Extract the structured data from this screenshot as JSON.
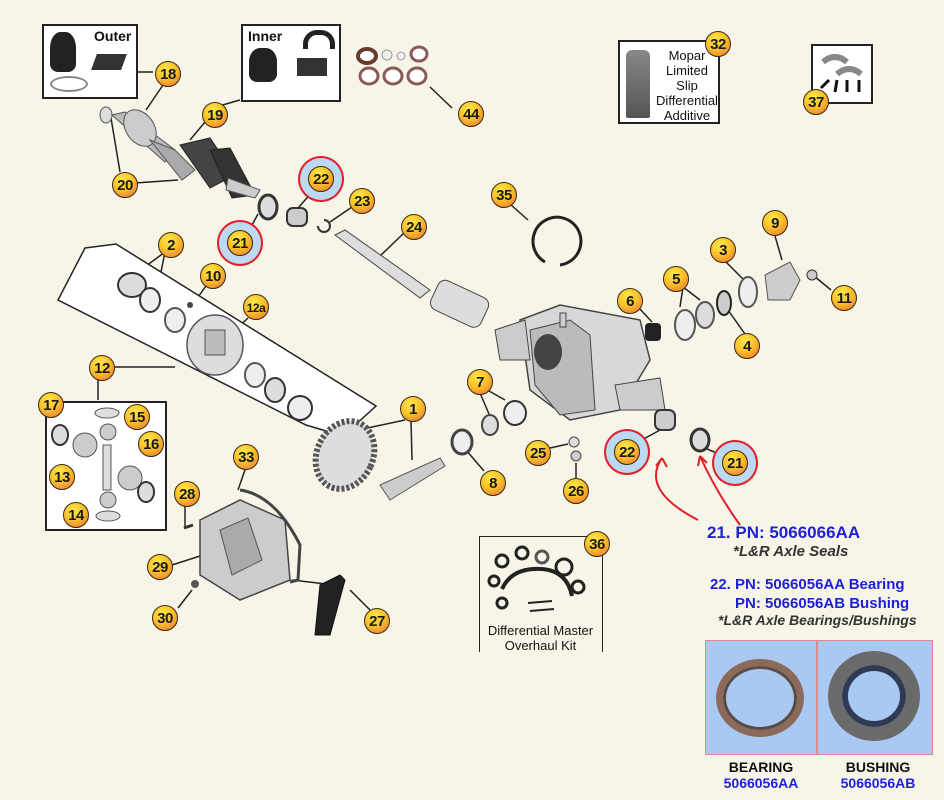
{
  "diagram": {
    "title": "Front Axle Differential Exploded View",
    "boxes": {
      "outer_boot_kit": {
        "label": "Outer"
      },
      "inner_boot_kit": {
        "label": "Inner"
      },
      "additive": {
        "lines": [
          "Mopar",
          "Limited",
          "Slip",
          "Differential",
          "Additive"
        ]
      },
      "overhaul_kit": {
        "lines": [
          "Differential Master",
          "Overhaul Kit"
        ]
      }
    },
    "callouts": [
      {
        "id": "18",
        "label": "18"
      },
      {
        "id": "19",
        "label": "19"
      },
      {
        "id": "20",
        "label": "20"
      },
      {
        "id": "21a",
        "label": "21",
        "highlighted": true
      },
      {
        "id": "22a",
        "label": "22",
        "highlighted": true
      },
      {
        "id": "23",
        "label": "23"
      },
      {
        "id": "24",
        "label": "24"
      },
      {
        "id": "35",
        "label": "35"
      },
      {
        "id": "44",
        "label": "44"
      },
      {
        "id": "32",
        "label": "32"
      },
      {
        "id": "37",
        "label": "37"
      },
      {
        "id": "2",
        "label": "2"
      },
      {
        "id": "10",
        "label": "10"
      },
      {
        "id": "12a",
        "label": "12a"
      },
      {
        "id": "12",
        "label": "12"
      },
      {
        "id": "17",
        "label": "17"
      },
      {
        "id": "15",
        "label": "15"
      },
      {
        "id": "16",
        "label": "16"
      },
      {
        "id": "13",
        "label": "13"
      },
      {
        "id": "14",
        "label": "14"
      },
      {
        "id": "9",
        "label": "9"
      },
      {
        "id": "3",
        "label": "3"
      },
      {
        "id": "5",
        "label": "5"
      },
      {
        "id": "6",
        "label": "6"
      },
      {
        "id": "4",
        "label": "4"
      },
      {
        "id": "11",
        "label": "11"
      },
      {
        "id": "7",
        "label": "7"
      },
      {
        "id": "1",
        "label": "1"
      },
      {
        "id": "8",
        "label": "8"
      },
      {
        "id": "25",
        "label": "25"
      },
      {
        "id": "26",
        "label": "26"
      },
      {
        "id": "22b",
        "label": "22",
        "highlighted": true
      },
      {
        "id": "21b",
        "label": "21",
        "highlighted": true
      },
      {
        "id": "33",
        "label": "33"
      },
      {
        "id": "28",
        "label": "28"
      },
      {
        "id": "29",
        "label": "29"
      },
      {
        "id": "30",
        "label": "30"
      },
      {
        "id": "27",
        "label": "27"
      },
      {
        "id": "36",
        "label": "36"
      }
    ],
    "part_numbers": {
      "seal_pn": "21. PN: 5066066AA",
      "seal_note": "*L&R Axle Seals",
      "bearing_pn": "22. PN: 5066056AA Bearing",
      "bushing_pn": "PN: 5066056AB Bushing",
      "bearing_note": "*L&R Axle Bearings/Bushings"
    },
    "photos": [
      {
        "title": "BEARING",
        "pn": "5066056AA"
      },
      {
        "title": "BUSHING",
        "pn": "5066056AB"
      }
    ],
    "colors": {
      "background": "#f6f5e7",
      "pn_blue": "#1f1fd6",
      "highlight_ring": "#e0202a",
      "highlight_fill": "#bcd9f2",
      "callout_top": "#ffe84a",
      "callout_bottom": "#ee6a3a"
    }
  }
}
